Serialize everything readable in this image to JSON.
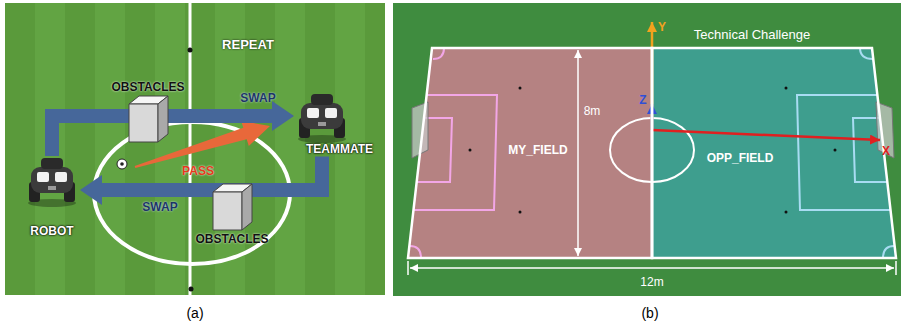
{
  "diagram": {
    "nodes": [
      {
        "text": [
          "OBSTACLES"
        ]
      },
      {
        "text": [
          "TEAMMATE"
        ]
      },
      {
        "text": [
          "ROBOT"
        ]
      },
      {
        "text": [
          "OBSTACLES"
        ]
      },
      {
        "text": [
          "MY_FIELD"
        ]
      },
      {
        "text": [
          "OPP_FIELD"
        ]
      }
    ],
    "edges": [
      {
        "from": 2,
        "to": 1,
        "arrow": "to",
        "label": "SWAP"
      },
      {
        "from": 1,
        "to": 2,
        "arrow": "to",
        "label": "SWAP"
      }
    ],
    "labels": [
      "REPEAT",
      "PASS",
      "(a)",
      "Technical Challenge",
      "Y",
      "Z",
      "X",
      "8m",
      "12m",
      "(b)"
    ]
  }
}
